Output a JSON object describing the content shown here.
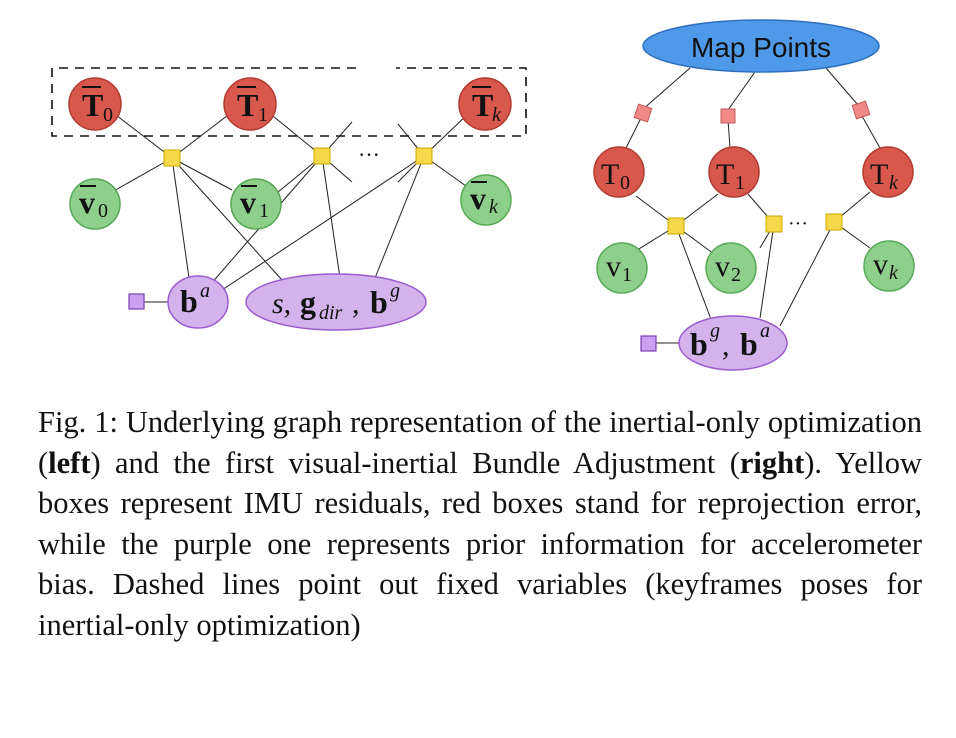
{
  "left_graph": {
    "fixed_poses": [
      {
        "base": "T",
        "sub": "0"
      },
      {
        "base": "T",
        "sub": "1"
      },
      {
        "base": "T",
        "sub": "k"
      }
    ],
    "velocities": [
      {
        "base": "v",
        "sub": "0"
      },
      {
        "base": "v",
        "sub": "1"
      },
      {
        "base": "v",
        "sub": "k"
      }
    ],
    "accel_bias": {
      "base": "b",
      "sup": "a"
    },
    "scale_gravity_gyro": {
      "s": "s,",
      "g": "g",
      "g_sub": "dir",
      "comma": ",",
      "b": "b",
      "b_sup": "g"
    },
    "ellipsis": "···"
  },
  "right_graph": {
    "map_points_label": "Map Points",
    "poses": [
      {
        "base": "T",
        "sub": "0"
      },
      {
        "base": "T",
        "sub": "1"
      },
      {
        "base": "T",
        "sub": "k"
      }
    ],
    "velocities": [
      {
        "base": "v",
        "sub": "1"
      },
      {
        "base": "v",
        "sub": "2"
      },
      {
        "base": "v",
        "sub": "k"
      }
    ],
    "biases": {
      "b1": "b",
      "b1_sup": "g",
      "comma": ",",
      "b2": "b",
      "b2_sup": "a"
    },
    "ellipsis": "···"
  },
  "caption": {
    "prefix": "Fig. 1: Underlying graph representation of the inertial-only optimization (",
    "left_word": "left",
    "middle": ") and the first visual-inertial Bundle Adjustment (",
    "right_word": "right",
    "suffix": "). Yellow boxes represent IMU residuals, red boxes stand for reprojection error, while the purple one represents prior information for accelerometer bias. Dashed lines point out fixed variables (keyframes poses for inertial-only optimization)"
  },
  "colors": {
    "pose_node": "#d9584e",
    "velocity_node": "#8ecf8c",
    "bias_node": "#d4b3ec",
    "map_points": "#4f9ae8",
    "imu_factor": "#f6d94a",
    "reprojection_factor": "#f08a86",
    "prior_factor": "#caa0f0"
  }
}
